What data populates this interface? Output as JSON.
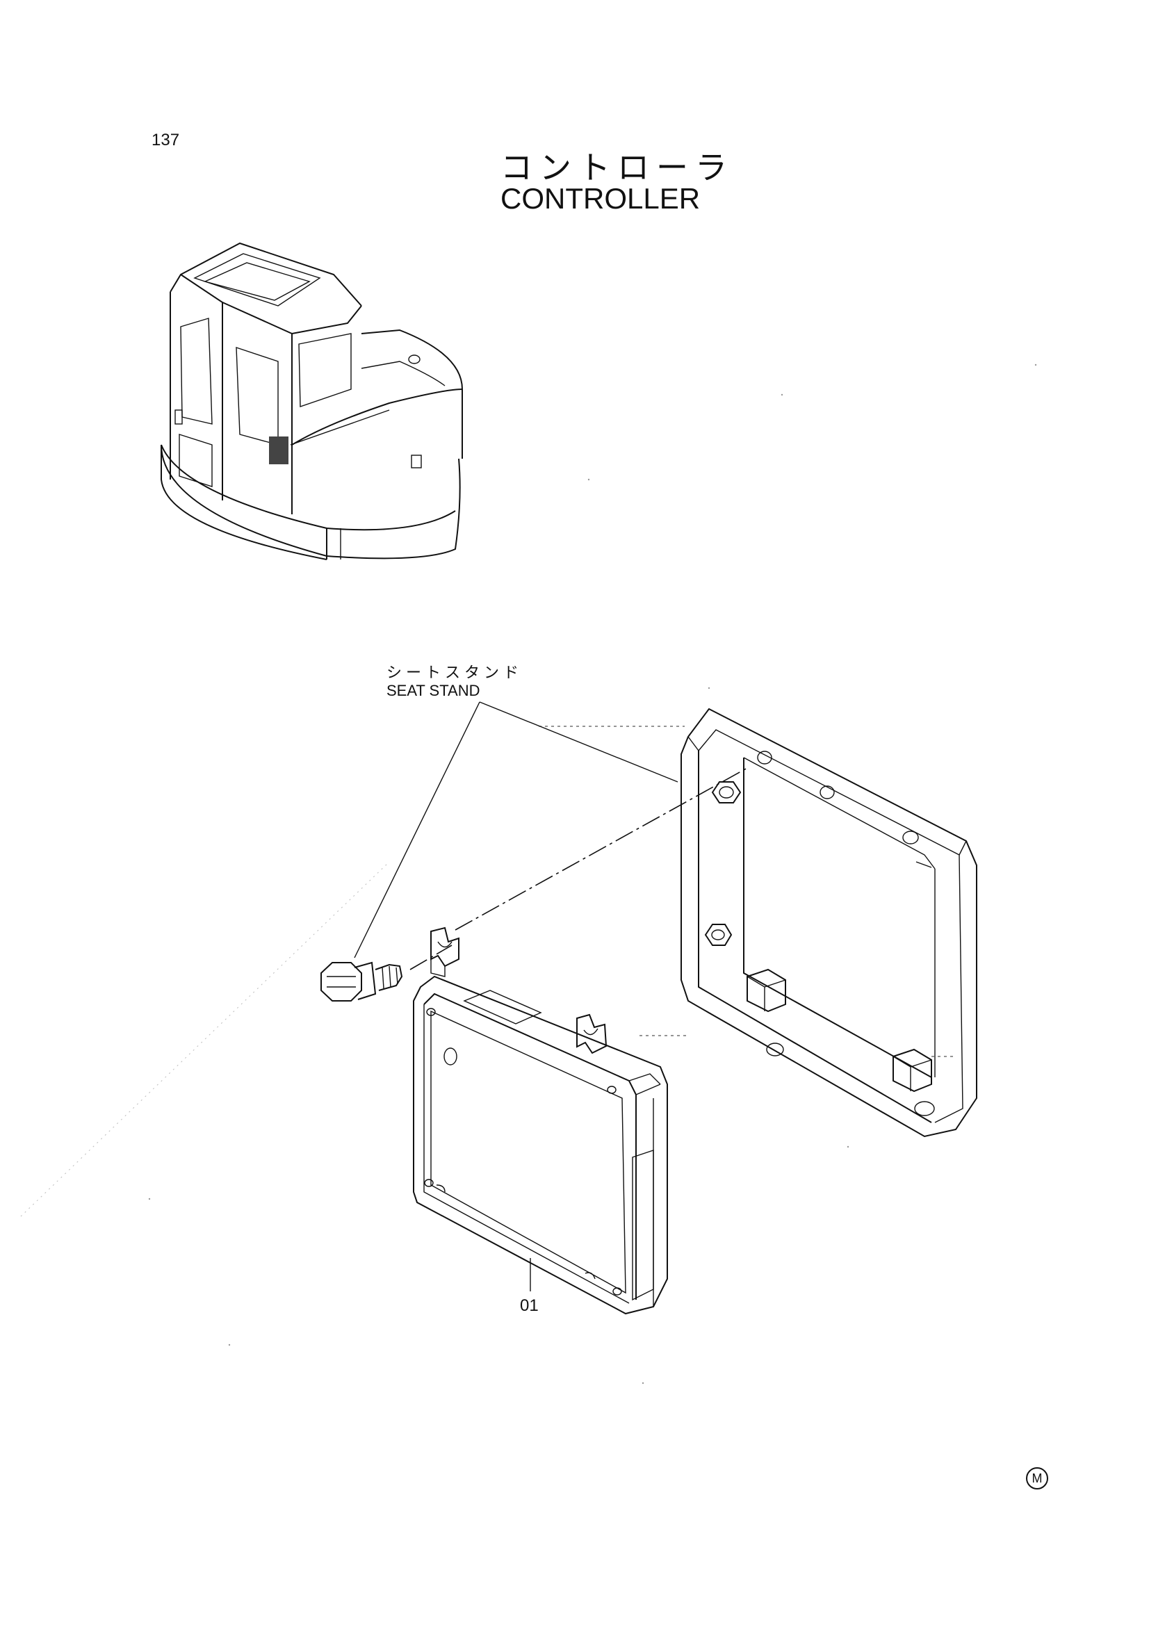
{
  "page": {
    "page_number": "137",
    "title_jp": "コントローラ",
    "title_en": "CONTROLLER"
  },
  "callouts": {
    "seat_stand_jp": "シートスタンド",
    "seat_stand_en": "SEAT STAND",
    "part_01": "01"
  },
  "footer": {
    "mark": "M"
  },
  "icons": {
    "machine": "excavator-cab-icon",
    "controller": "controller-unit-icon",
    "bracket": "seat-stand-bracket-icon",
    "bolt": "bolt-icon"
  }
}
